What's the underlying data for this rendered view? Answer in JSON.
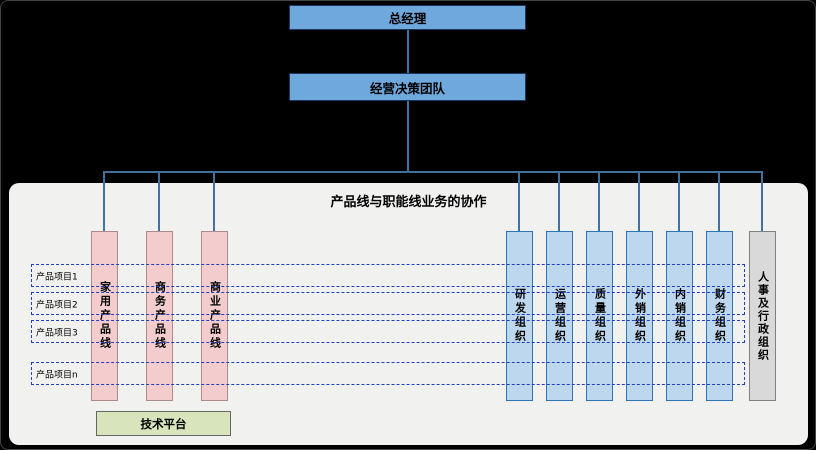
{
  "nodes": {
    "general_manager": "总经理",
    "decision_team": "经营决策团队"
  },
  "panel": {
    "title": "产品线与职能线业务的协作",
    "product_lines": [
      "家用产品线",
      "商务产品线",
      "商业产品线"
    ],
    "functional_orgs": [
      "研发组织",
      "运营组织",
      "质量组织",
      "外销组织",
      "内销组织",
      "财务组织"
    ],
    "admin_org": "人事及行政组织",
    "project_rows": [
      "产品项目1",
      "产品项目2",
      "产品项目3",
      "产品项目n"
    ],
    "tech_platform": "技术平台"
  },
  "colors": {
    "node_blue": "#6FA8DC",
    "product_line_pink": "#F3CDCD",
    "functional_blue": "#BDD7EE",
    "admin_gray": "#D9D9D9",
    "tech_green": "#D7E4BC",
    "dashed_row_blue": "#2040C0",
    "connector_blue": "#41719C",
    "panel_bg": "#F1F1F0",
    "background": "#000000"
  }
}
